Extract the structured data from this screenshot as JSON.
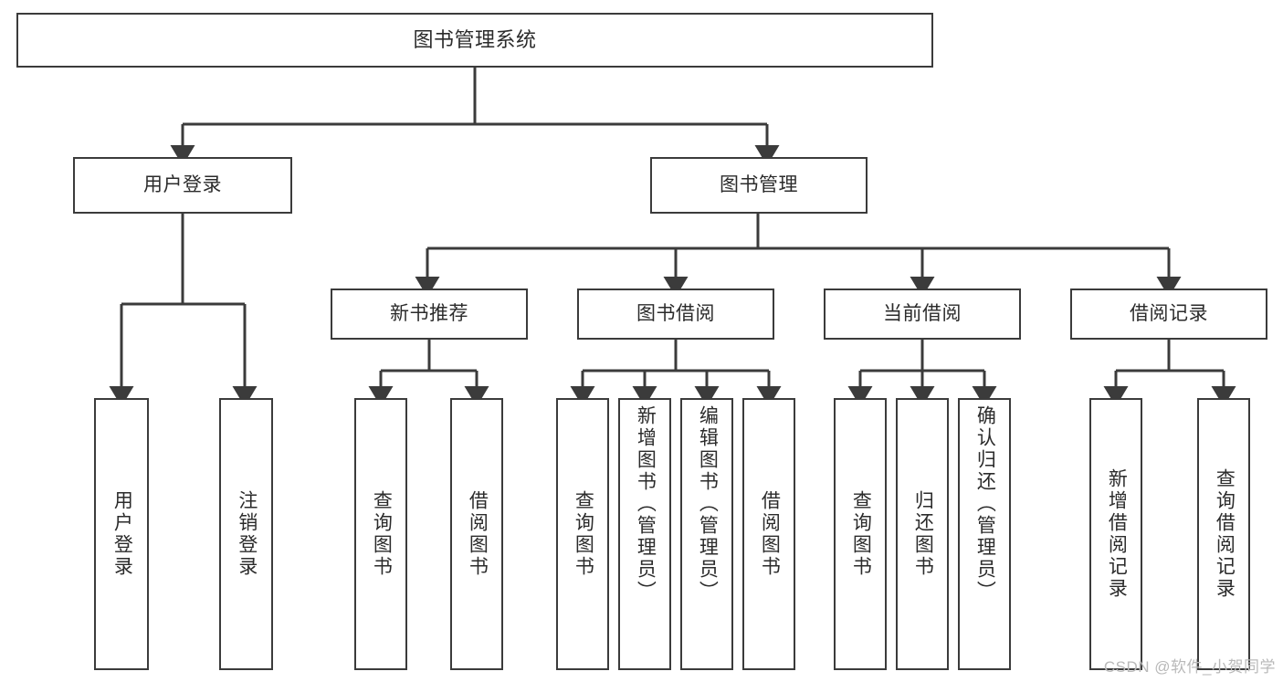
{
  "diagram": {
    "title": "图书管理系统",
    "type": "hierarchy-tree",
    "watermark": "CSDN @软件_小贺同学",
    "colors": {
      "box_border": "#3b3b3b",
      "box_fill": "#ffffff",
      "connector": "#3b3b3b",
      "text": "#2b2b2b",
      "watermark": "#b9b9b9",
      "background": "#ffffff"
    },
    "root": {
      "label": "图书管理系统"
    },
    "level2": [
      {
        "id": "user-login",
        "label": "用户登录"
      },
      {
        "id": "book-manage",
        "label": "图书管理"
      }
    ],
    "level3": [
      {
        "id": "new-book-rec",
        "label": "新书推荐"
      },
      {
        "id": "book-borrow",
        "label": "图书借阅"
      },
      {
        "id": "current-borrow",
        "label": "当前借阅"
      },
      {
        "id": "borrow-record",
        "label": "借阅记录"
      }
    ],
    "leaves": {
      "user_login": [
        {
          "id": "leaf-user-login",
          "label": "用户登录"
        },
        {
          "id": "leaf-logout",
          "label": "注销登录"
        }
      ],
      "new_book_rec": [
        {
          "id": "leaf-query-book-1",
          "label": "查询图书"
        },
        {
          "id": "leaf-borrow-book-1",
          "label": "借阅图书"
        }
      ],
      "book_borrow": [
        {
          "id": "leaf-query-book-2",
          "label": "查询图书"
        },
        {
          "id": "leaf-add-book",
          "label": "新增图书（管理员）"
        },
        {
          "id": "leaf-edit-book",
          "label": "编辑图书（管理员）"
        },
        {
          "id": "leaf-borrow-book-2",
          "label": "借阅图书"
        }
      ],
      "current_borrow": [
        {
          "id": "leaf-query-book-3",
          "label": "查询图书"
        },
        {
          "id": "leaf-return-book",
          "label": "归还图书"
        },
        {
          "id": "leaf-confirm-return",
          "label": "确认归还（管理员）"
        }
      ],
      "borrow_record": [
        {
          "id": "leaf-add-record",
          "label": "新增借阅记录"
        },
        {
          "id": "leaf-query-record",
          "label": "查询借阅记录"
        }
      ]
    }
  }
}
